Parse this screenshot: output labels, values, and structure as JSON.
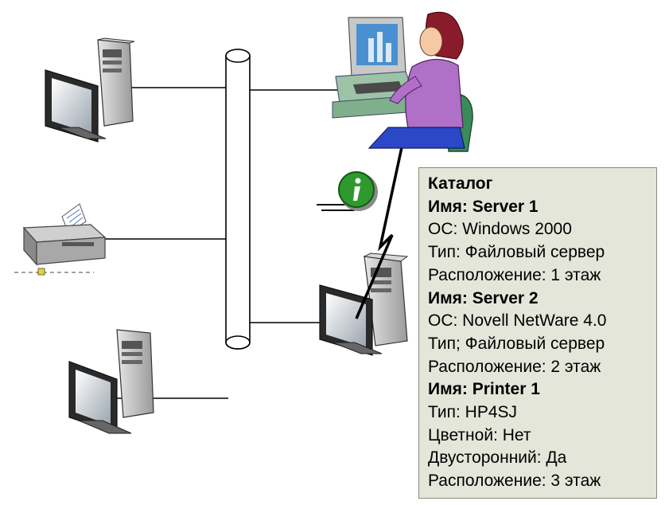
{
  "catalog": {
    "title": "Каталог",
    "entries": [
      {
        "name": "Имя: Server 1",
        "fields": [
          "ОС: Windows 2000",
          "Тип: Файловый сервер",
          "Расположение: 1 этаж"
        ]
      },
      {
        "name": "Имя: Server 2",
        "fields": [
          "ОС: Novell NetWare 4.0",
          "Тип; Файловый сервер",
          "Расположение: 2 этаж"
        ]
      },
      {
        "name": "Имя: Printer 1",
        "fields": [
          "Тип: HP4SJ",
          "Цветной: Нет",
          "Двусторонний: Да",
          "Расположение: 3 этаж"
        ]
      }
    ]
  },
  "colors": {
    "panel_bg": "#e4e6da",
    "info_badge": "#2e9a2e",
    "monitor_screen": "#4a90d0",
    "user_shirt": "#b070c8",
    "chair": "#3a8a5a"
  },
  "icons": [
    "workstation-icon",
    "printer-icon",
    "server-icon",
    "info-icon",
    "user-at-computer-icon",
    "network-bus-icon"
  ]
}
